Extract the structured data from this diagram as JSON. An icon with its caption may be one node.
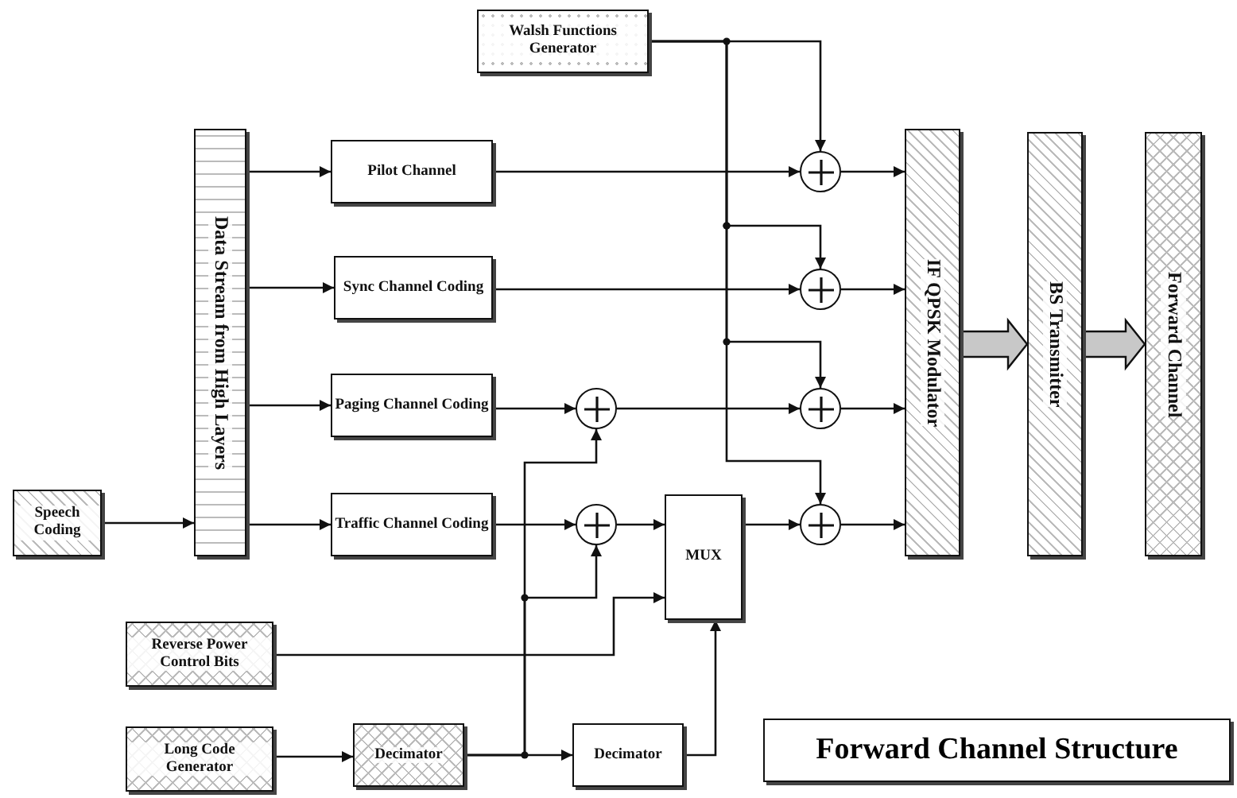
{
  "diagram": {
    "title": "Forward Channel Structure",
    "nodes": [
      {
        "text": [
          "Walsh Functions Generator"
        ]
      },
      {
        "text": [
          "Data Stream from High Layers"
        ]
      },
      {
        "text": [
          "Pilot Channel"
        ]
      },
      {
        "text": [
          "Sync Channel Coding"
        ]
      },
      {
        "text": [
          "Paging Channel Coding"
        ]
      },
      {
        "text": [
          "Traffic Channel Coding"
        ]
      },
      {
        "text": [
          "Speech Coding"
        ]
      },
      {
        "text": [
          "Reverse Power Control Bits"
        ]
      },
      {
        "text": [
          "Long Code Generator"
        ]
      },
      {
        "text": [
          "Decimator"
        ]
      },
      {
        "text": [
          "Decimator"
        ]
      },
      {
        "text": [
          "MUX"
        ]
      },
      {
        "text": [
          "IF QPSK Modulator"
        ]
      },
      {
        "text": [
          "BS Transmitter"
        ]
      },
      {
        "text": [
          "Forward Channel"
        ]
      },
      {
        "text": [],
        "shape": "circle"
      },
      {
        "text": [],
        "shape": "circle"
      },
      {
        "text": [],
        "shape": "circle"
      },
      {
        "text": [],
        "shape": "circle"
      },
      {
        "text": [],
        "shape": "circle"
      },
      {
        "text": [],
        "shape": "circle"
      }
    ],
    "edges": [
      {
        "from": 6,
        "to": 1,
        "arrow": "to"
      },
      {
        "from": 1,
        "to": 2,
        "arrow": "to"
      },
      {
        "from": 1,
        "to": 3,
        "arrow": "to"
      },
      {
        "from": 1,
        "to": 4,
        "arrow": "to"
      },
      {
        "from": 1,
        "to": 5,
        "arrow": "to"
      },
      {
        "from": 2,
        "to": 17,
        "arrow": "to"
      },
      {
        "from": 3,
        "to": 18,
        "arrow": "to"
      },
      {
        "from": 4,
        "to": 15,
        "arrow": "to"
      },
      {
        "from": 15,
        "to": 19,
        "arrow": "to"
      },
      {
        "from": 5,
        "to": 16,
        "arrow": "to"
      },
      {
        "from": 16,
        "to": 11,
        "arrow": "to"
      },
      {
        "from": 11,
        "to": 20,
        "arrow": "to"
      },
      {
        "from": 0,
        "to": 17,
        "arrow": "to"
      },
      {
        "from": 0,
        "to": 18,
        "arrow": "to"
      },
      {
        "from": 0,
        "to": 19,
        "arrow": "to"
      },
      {
        "from": 0,
        "to": 20,
        "arrow": "to"
      },
      {
        "from": 17,
        "to": 12,
        "arrow": "to"
      },
      {
        "from": 18,
        "to": 12,
        "arrow": "to"
      },
      {
        "from": 19,
        "to": 12,
        "arrow": "to"
      },
      {
        "from": 20,
        "to": 12,
        "arrow": "to"
      },
      {
        "from": 12,
        "to": 13,
        "arrow": "to",
        "style": "thick"
      },
      {
        "from": 13,
        "to": 14,
        "arrow": "to",
        "style": "thick"
      },
      {
        "from": 8,
        "to": 9,
        "arrow": "to"
      },
      {
        "from": 9,
        "to": 10,
        "arrow": "to"
      },
      {
        "from": 9,
        "to": 15,
        "arrow": "to"
      },
      {
        "from": 9,
        "to": 16,
        "arrow": "to"
      },
      {
        "from": 7,
        "to": 11,
        "arrow": "to"
      },
      {
        "from": 10,
        "to": 11,
        "arrow": "to"
      }
    ]
  }
}
